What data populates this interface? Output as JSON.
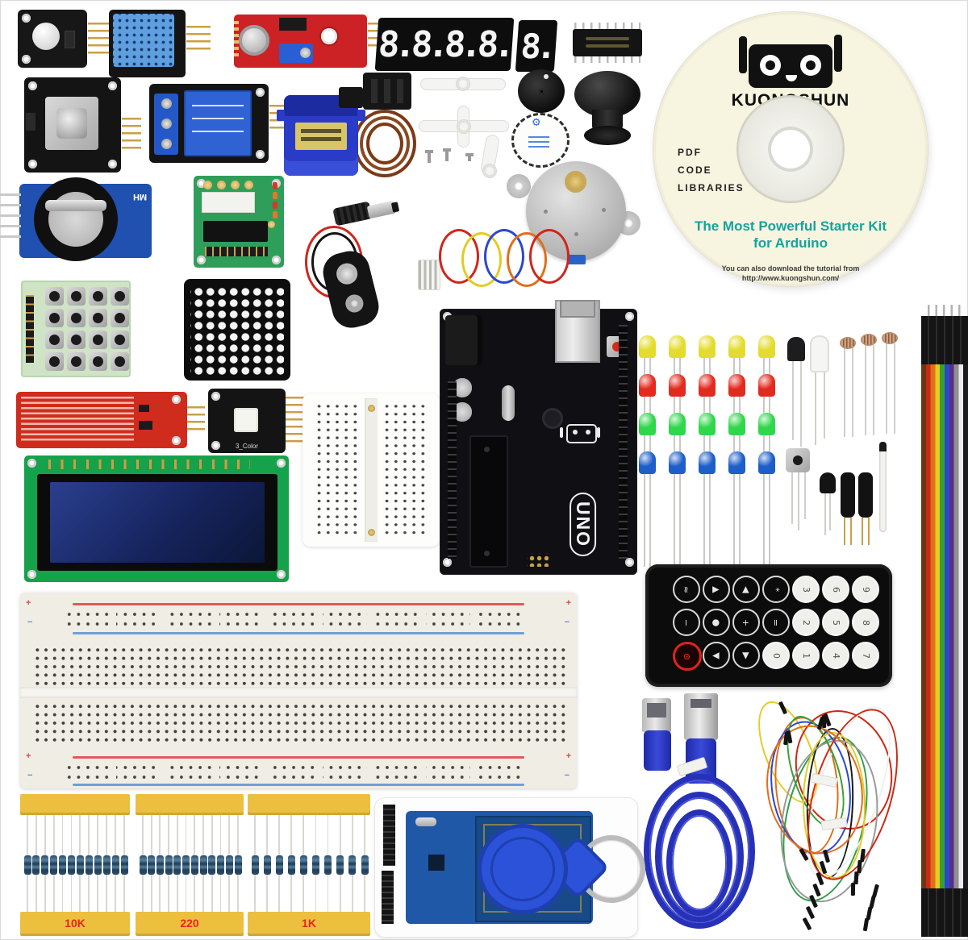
{
  "canvas": {
    "background": "#ffffff",
    "frame": "#d9d9d9"
  },
  "cd": {
    "brand": "KUONGSHUN",
    "side_labels": [
      "PDF",
      "CODE",
      "LIBRARIES"
    ],
    "title_line1": "The Most Powerful Starter Kit",
    "title_line2": "for Arduino",
    "note_line1": "You can also download the tutorial from",
    "note_line2": "http://www.kuongshun.com/",
    "title_color": "#14a39d"
  },
  "displays": {
    "four_digit": "8.8.8.8.",
    "one_digit": "8."
  },
  "arduino": {
    "label": "UNO"
  },
  "rtc": {
    "label": "MH"
  },
  "rgb_module": {
    "label": "3_Color"
  },
  "breadboard": {
    "plus": "+",
    "minus": "−"
  },
  "led_grid": {
    "columns": 5,
    "row_colors": [
      "#e3dc2e",
      "#e32a1e",
      "#2fd74b",
      "#1d5ec9"
    ]
  },
  "resistors": {
    "label_color": "#e8261b",
    "tape_color": "#ecbf3f",
    "packs": [
      {
        "label": "10K",
        "count": 12
      },
      {
        "label": "220",
        "count": 12
      },
      {
        "label": "1K",
        "count": 10
      }
    ]
  },
  "remote": {
    "rows": [
      [
        {
          "t": "dark",
          "g": "≈"
        },
        {
          "t": "dark",
          "g": "▲"
        },
        {
          "t": "dark",
          "g": "◀"
        },
        {
          "t": "dark",
          "g": "*"
        },
        {
          "t": "light",
          "g": "3"
        },
        {
          "t": "light",
          "g": "6"
        },
        {
          "t": "light",
          "g": "9"
        }
      ],
      [
        {
          "t": "dark",
          "g": "−"
        },
        {
          "t": "dark",
          "g": "●"
        },
        {
          "t": "dark",
          "g": "+"
        },
        {
          "t": "dark",
          "g": "="
        },
        {
          "t": "light",
          "g": "2"
        },
        {
          "t": "light",
          "g": "5"
        },
        {
          "t": "light",
          "g": "8"
        }
      ],
      [
        {
          "t": "power",
          "g": "⊙"
        },
        {
          "t": "dark",
          "g": "▼"
        },
        {
          "t": "dark",
          "g": "▶"
        },
        {
          "t": "light",
          "g": "0"
        },
        {
          "t": "light",
          "g": "1"
        },
        {
          "t": "light",
          "g": "4"
        },
        {
          "t": "light",
          "g": "7"
        }
      ]
    ]
  },
  "keypad": {
    "rows": 4,
    "cols": 4
  },
  "ribbon": {
    "colors": [
      "#6b3517",
      "#cc2913",
      "#e06f1b",
      "#e3cb24",
      "#37a035",
      "#2b47cf",
      "#5a2d87",
      "#8e8e93",
      "#ededed",
      "#1c1c1e"
    ]
  },
  "jumpers": {
    "colors": [
      "#e3cb24",
      "#e06f1b",
      "#2f9e4a",
      "#cc2913",
      "#1a1a1a",
      "#f0f0f0",
      "#2b47cf",
      "#9a9a9a",
      "#37a035",
      "#e3cb24",
      "#cc2913",
      "#e06f1b"
    ]
  }
}
